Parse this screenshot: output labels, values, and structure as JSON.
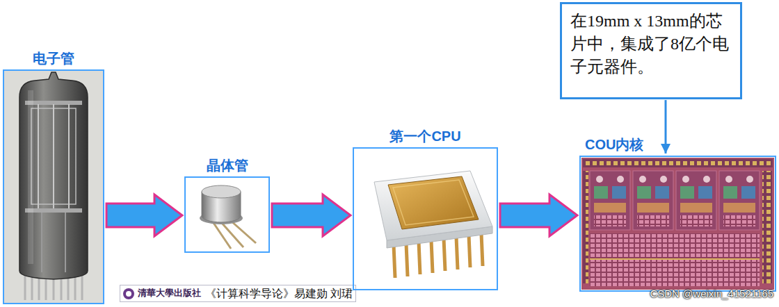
{
  "diagram": {
    "nodes": [
      {
        "text": [
          "电子管"
        ]
      },
      {
        "text": [
          "晶体管"
        ]
      },
      {
        "text": [
          "第一个CPU"
        ]
      },
      {
        "text": [
          "COU内核"
        ]
      },
      {
        "text": [
          "在19mm x 13mm的芯片中，集成了8亿个电子元器件。"
        ]
      }
    ],
    "edges": [
      {
        "from": 0,
        "to": 1,
        "arrow": "to"
      },
      {
        "from": 1,
        "to": 2,
        "arrow": "to"
      },
      {
        "from": 2,
        "to": 3,
        "arrow": "to"
      },
      {
        "from": 4,
        "to": 3,
        "arrow": "to"
      }
    ],
    "labels": [
      "清華大學出版社",
      "《计算科学导论》易建勋 刘珺",
      "CSDN @weixin_41521165"
    ]
  }
}
